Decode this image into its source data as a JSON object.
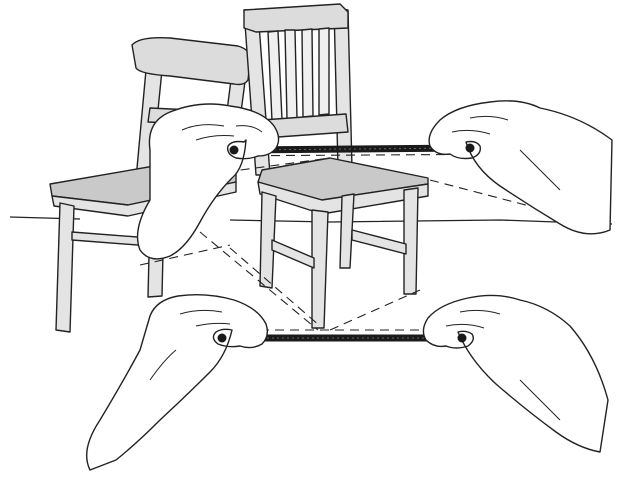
{
  "illustration": {
    "style": "line-drawing",
    "colors": {
      "background": "#ffffff",
      "ink": "#222222",
      "seat_fill": "#c9c9c9",
      "frame_fill": "#e4e4e4",
      "back_fill": "#dcdcdc",
      "skin": "#ffffff",
      "string": "#1a1a1a"
    },
    "objects": [
      "background-chair",
      "foreground-chair",
      "hands-holding-string-upper",
      "hands-holding-string-lower",
      "floor-line",
      "dashed-guide-lines"
    ]
  }
}
